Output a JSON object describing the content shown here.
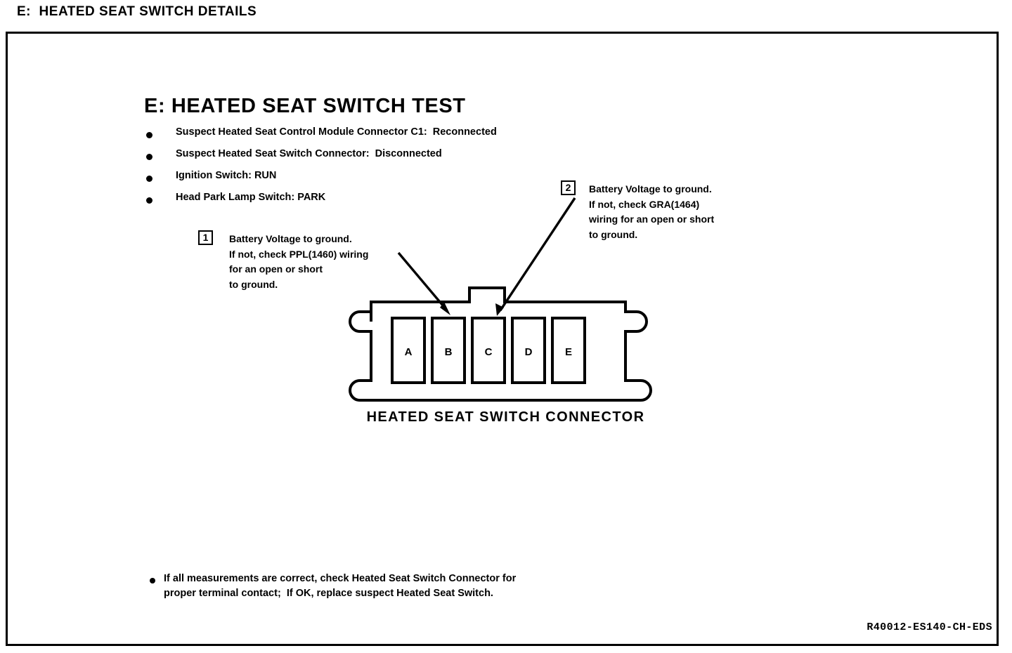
{
  "page_header": "E:  HEATED SEAT SWITCH DETAILS",
  "section": {
    "title": "E: HEATED SEAT SWITCH TEST",
    "conditions": [
      "Suspect Heated Seat Control Module Connector C1:  Reconnected",
      "Suspect Heated Seat Switch Connector:  Disconnected",
      "Ignition Switch: RUN",
      "Head Park Lamp Switch: PARK"
    ]
  },
  "callouts": [
    {
      "number": "1",
      "lines": "Battery Voltage to ground.\nIf not, check PPL(1460) wiring\nfor an open or short\nto ground.",
      "points_to_terminal": "B"
    },
    {
      "number": "2",
      "lines": "Battery Voltage to ground.\nIf not, check GRA(1464)\nwiring for an open or short\nto ground.",
      "points_to_terminal": "C"
    }
  ],
  "connector": {
    "caption": "HEATED SEAT SWITCH CONNECTOR",
    "terminals": [
      "A",
      "B",
      "C",
      "D",
      "E"
    ]
  },
  "footer_note": "If all measurements are correct, check Heated Seat Switch Connector for\nproper terminal contact;  If OK, replace suspect Heated Seat Switch.",
  "reference_code": "R40012-ES140-CH-EDS",
  "colors": {
    "ink": "#000000",
    "paper": "#ffffff"
  }
}
